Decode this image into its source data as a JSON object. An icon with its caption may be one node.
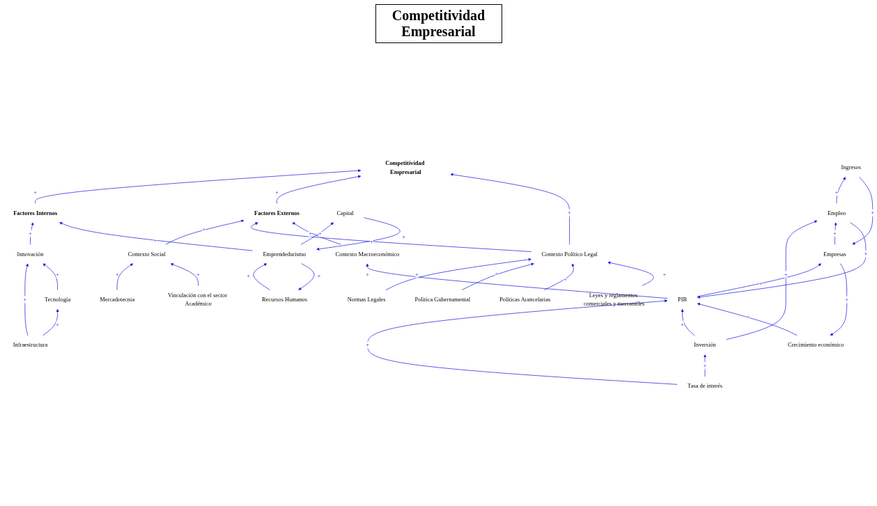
{
  "diagram": {
    "title": "Competitividad Empresarial",
    "nodes": [
      {
        "text": [
          "Infraestructura"
        ]
      },
      {
        "text": [
          "Tecnología"
        ]
      },
      {
        "text": [
          "Innovación"
        ]
      },
      {
        "text": [
          "Factores Internos"
        ]
      },
      {
        "text": [
          "Competitividad Empresarial"
        ]
      },
      {
        "text": [
          "Factores Externos"
        ]
      },
      {
        "text": [
          "Contexto Social"
        ]
      },
      {
        "text": [
          "Mercadotecnia"
        ]
      },
      {
        "text": [
          "Vinculación con el sector Académico"
        ]
      },
      {
        "text": [
          "Contexto Político Legal"
        ]
      },
      {
        "text": [
          "Normas Legales"
        ]
      },
      {
        "text": [
          "Politica Gubernamental"
        ]
      },
      {
        "text": [
          "Políticas Arancelarias"
        ]
      },
      {
        "text": [
          "Leyes y reglamentos comerciales y mercantiles"
        ]
      },
      {
        "text": [
          "Recursos Humanos"
        ]
      },
      {
        "text": [
          "Emprendedurismo"
        ]
      },
      {
        "text": [
          "Capital"
        ]
      },
      {
        "text": [
          "Contexto Macroeconómico"
        ]
      },
      {
        "text": [
          "Crecimiento económico"
        ]
      },
      {
        "text": [
          "Tasa de interés"
        ]
      },
      {
        "text": [
          "Inversión"
        ]
      },
      {
        "text": [
          "PIB"
        ]
      },
      {
        "text": [
          "Empresas"
        ]
      },
      {
        "text": [
          "Ingresos"
        ]
      },
      {
        "text": [
          "Empleo"
        ]
      }
    ],
    "edges": [
      {
        "from": 0,
        "to": 1,
        "arrow": "to",
        "label": "+"
      },
      {
        "from": 0,
        "to": 2,
        "arrow": "to",
        "label": "+"
      },
      {
        "from": 1,
        "to": 2,
        "arrow": "to",
        "label": "+"
      },
      {
        "from": 2,
        "to": 3,
        "arrow": "to",
        "label": "+"
      },
      {
        "from": 3,
        "to": 4,
        "arrow": "to",
        "label": "+"
      },
      {
        "from": 5,
        "to": 4,
        "arrow": "to",
        "label": "+"
      },
      {
        "from": 6,
        "to": 5,
        "arrow": "to",
        "label": "+"
      },
      {
        "from": 7,
        "to": 6,
        "arrow": "to",
        "label": "+"
      },
      {
        "from": 8,
        "to": 6,
        "arrow": "to",
        "label": "+"
      },
      {
        "from": 9,
        "to": 5,
        "arrow": "to",
        "label": "+"
      },
      {
        "from": 10,
        "to": 9,
        "arrow": "to",
        "label": "+"
      },
      {
        "from": 11,
        "to": 9,
        "arrow": "to",
        "label": "+"
      },
      {
        "from": 12,
        "to": 9,
        "arrow": "to",
        "label": "+"
      },
      {
        "from": 13,
        "to": 9,
        "arrow": "to",
        "label": "+"
      },
      {
        "from": 9,
        "to": 4,
        "arrow": "to",
        "label": "+"
      },
      {
        "from": 17,
        "to": 5,
        "arrow": "to",
        "label": "+"
      },
      {
        "from": 15,
        "to": 3,
        "arrow": "to",
        "label": "+"
      },
      {
        "from": 14,
        "to": 15,
        "arrow": "to",
        "label": "+"
      },
      {
        "from": 15,
        "to": 14,
        "arrow": "to",
        "label": "+"
      },
      {
        "from": 15,
        "to": 16,
        "arrow": "to",
        "label": "+"
      },
      {
        "from": 16,
        "to": 15,
        "arrow": "to",
        "label": "+"
      },
      {
        "from": 19,
        "to": 20,
        "arrow": "to",
        "label": "+"
      },
      {
        "from": 19,
        "to": 21,
        "arrow": "to",
        "label": "+"
      },
      {
        "from": 20,
        "to": 21,
        "arrow": "to",
        "label": "+"
      },
      {
        "from": 20,
        "to": 24,
        "arrow": "to",
        "label": "+"
      },
      {
        "from": 21,
        "to": 17,
        "arrow": "to",
        "label": "+"
      },
      {
        "from": 18,
        "to": 21,
        "arrow": "to",
        "label": "+"
      },
      {
        "from": 21,
        "to": 22,
        "arrow": "to",
        "label": "+"
      },
      {
        "from": 22,
        "to": 18,
        "arrow": "to",
        "label": "+"
      },
      {
        "from": 22,
        "to": 24,
        "arrow": "to",
        "label": "+"
      },
      {
        "from": 24,
        "to": 21,
        "arrow": "to",
        "label": "+"
      },
      {
        "from": 24,
        "to": 23,
        "arrow": "to",
        "label": "+"
      },
      {
        "from": 23,
        "to": 22,
        "arrow": "to",
        "label": "+"
      }
    ]
  }
}
